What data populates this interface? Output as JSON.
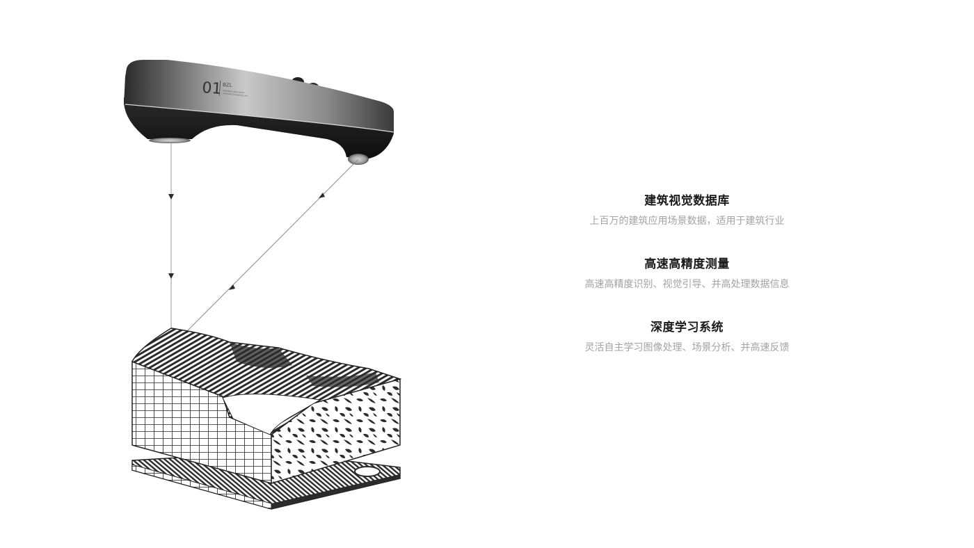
{
  "device": {
    "model_number": "01",
    "brand": "BZL",
    "caption_line1": "Integrated vision sensor",
    "caption_line2": "Intelligent 3D scanning unit"
  },
  "colors": {
    "title": "#1a1a1a",
    "description": "#a3a3a3",
    "device_dark": "#1c1c1c",
    "device_light": "#b8b8b8",
    "beam": "#888888",
    "model_ink": "#333333"
  },
  "features": [
    {
      "title": "建筑视觉数据库",
      "description": "上百万的建筑应用场景数据，适用于建筑行业"
    },
    {
      "title": "高速高精度测量",
      "description": "高速高精度识别、视觉引导、并高处理数据信息"
    },
    {
      "title": "深度学习系统",
      "description": "灵活自主学习图像处理、场景分析、并高速反馈"
    }
  ]
}
